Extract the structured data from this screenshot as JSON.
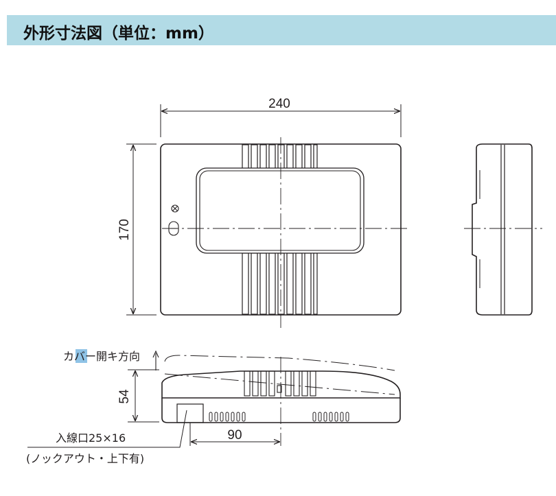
{
  "header": {
    "title": "外形寸法図（単位：mm）"
  },
  "dimensions": {
    "width": "240",
    "height": "170",
    "depth": "54",
    "inlet_offset": "90"
  },
  "notes": {
    "cover_direction_prefix": "カ",
    "cover_direction_highlight": "バ",
    "cover_direction_suffix": "ー開キ方向",
    "inlet": "入線口25×16",
    "knockout": "(ノックアウト・上下有)"
  },
  "colors": {
    "header_bg": "#b2dbe6",
    "line": "#231f20",
    "highlight": "#8fc3e6"
  }
}
